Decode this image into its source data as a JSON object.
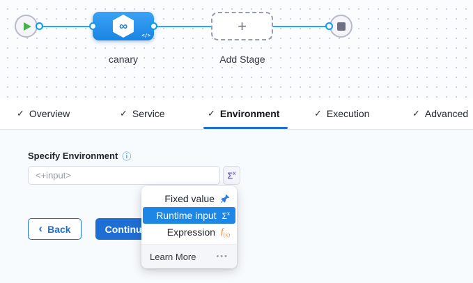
{
  "canvas": {
    "stage_name": "canary",
    "add_stage_label": "Add Stage",
    "plus_glyph": "+",
    "code_glyph": "</>",
    "stage_icon_glyph": "∞"
  },
  "tabs": {
    "check_glyph": "✓",
    "active_tab": "Environment",
    "items": [
      {
        "label": "Overview"
      },
      {
        "label": "Service"
      },
      {
        "label": "Environment"
      },
      {
        "label": "Execution"
      },
      {
        "label": "Advanced"
      }
    ]
  },
  "form": {
    "label": "Specify Environment",
    "info_glyph": "ⓘ",
    "input_value": "<+input>",
    "sigma_glyph": "Σ",
    "sigma_sup": "x"
  },
  "actions": {
    "back_chevron": "‹",
    "back_label": "Back",
    "continue_label": "Continue"
  },
  "menu": {
    "items": [
      {
        "label": "Fixed value"
      },
      {
        "label": "Runtime input"
      },
      {
        "label": "Expression"
      }
    ],
    "sigma_glyph": "Σ",
    "sigma_sup": "x",
    "fx_glyph": "f",
    "fx_sub": "(x)",
    "footer_label": "Learn More",
    "more_glyph": "•••"
  },
  "colors": {
    "primary_blue": "#1f6ed4",
    "menu_highlight_blue": "#1e86e5",
    "connector_blue": "#2aa7f3",
    "runtime_purple": "#7867d3",
    "expression_orange": "#ff7b26",
    "pin_blue": "#2b7fe8",
    "play_green": "#49b14c"
  }
}
